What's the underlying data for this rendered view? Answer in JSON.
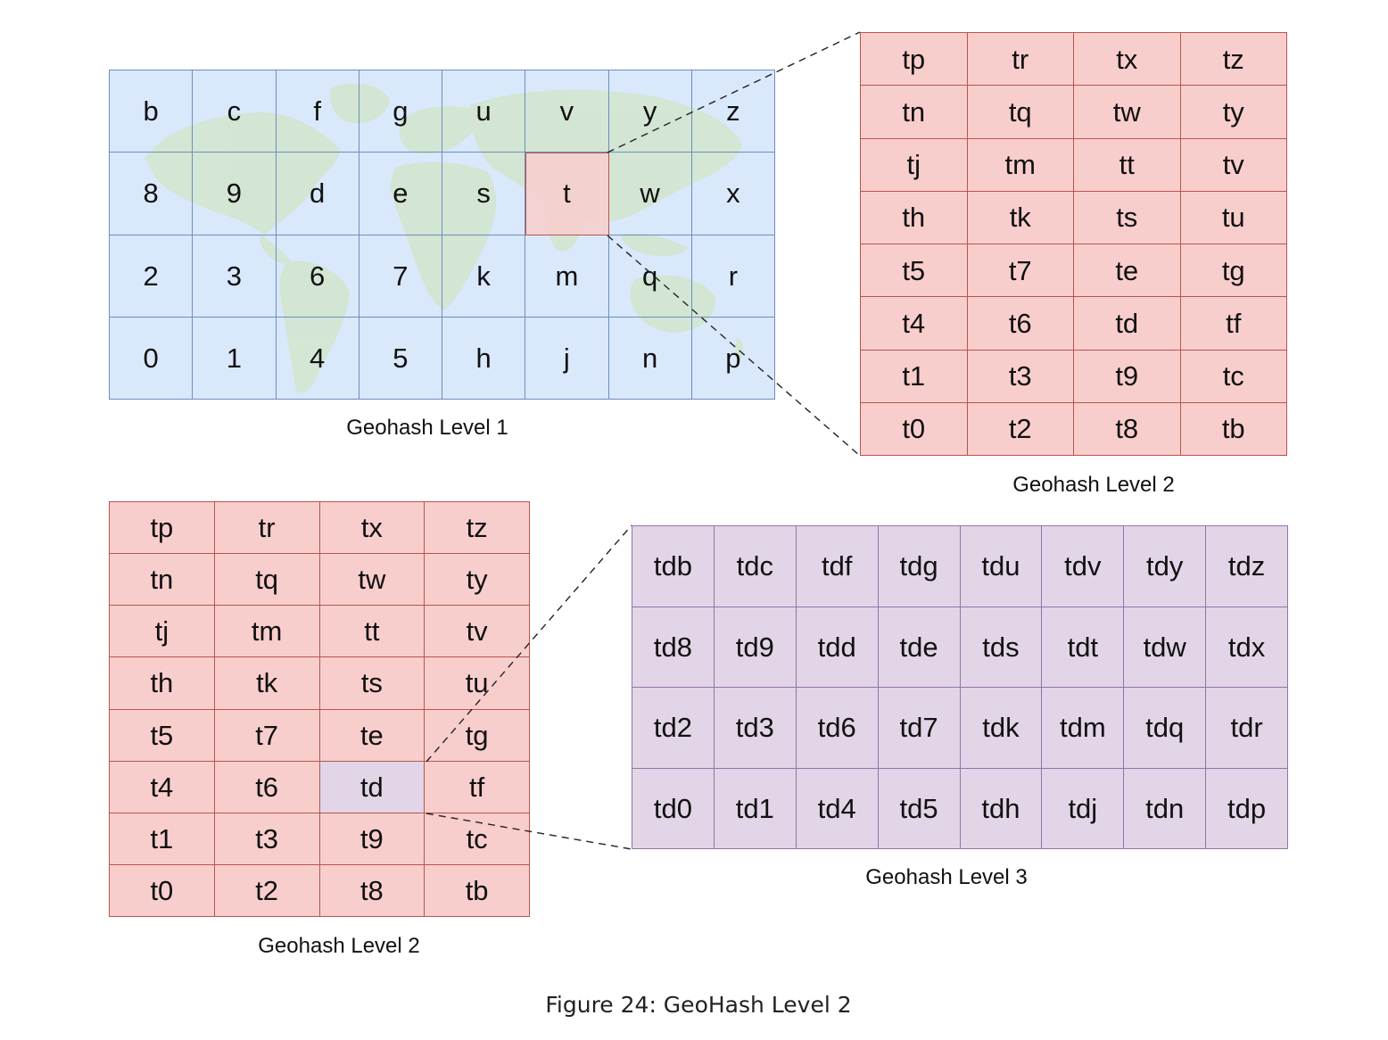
{
  "level1": {
    "label": "Geohash Level 1",
    "rows": [
      [
        "b",
        "c",
        "f",
        "g",
        "u",
        "v",
        "y",
        "z"
      ],
      [
        "8",
        "9",
        "d",
        "e",
        "s",
        "t",
        "w",
        "x"
      ],
      [
        "2",
        "3",
        "6",
        "7",
        "k",
        "m",
        "q",
        "r"
      ],
      [
        "0",
        "1",
        "4",
        "5",
        "h",
        "j",
        "n",
        "p"
      ]
    ],
    "selected": "t"
  },
  "level2_top": {
    "label": "Geohash Level 2",
    "rows": [
      [
        "tp",
        "tr",
        "tx",
        "tz"
      ],
      [
        "tn",
        "tq",
        "tw",
        "ty"
      ],
      [
        "tj",
        "tm",
        "tt",
        "tv"
      ],
      [
        "th",
        "tk",
        "ts",
        "tu"
      ],
      [
        "t5",
        "t7",
        "te",
        "tg"
      ],
      [
        "t4",
        "t6",
        "td",
        "tf"
      ],
      [
        "t1",
        "t3",
        "t9",
        "tc"
      ],
      [
        "t0",
        "t2",
        "t8",
        "tb"
      ]
    ]
  },
  "level2_bottom": {
    "label": "Geohash Level 2",
    "rows": [
      [
        "tp",
        "tr",
        "tx",
        "tz"
      ],
      [
        "tn",
        "tq",
        "tw",
        "ty"
      ],
      [
        "tj",
        "tm",
        "tt",
        "tv"
      ],
      [
        "th",
        "tk",
        "ts",
        "tu"
      ],
      [
        "t5",
        "t7",
        "te",
        "tg"
      ],
      [
        "t4",
        "t6",
        "td",
        "tf"
      ],
      [
        "t1",
        "t3",
        "t9",
        "tc"
      ],
      [
        "t0",
        "t2",
        "t8",
        "tb"
      ]
    ],
    "selected": "td"
  },
  "level3": {
    "label": "Geohash Level 3",
    "rows": [
      [
        "tdb",
        "tdc",
        "tdf",
        "tdg",
        "tdu",
        "tdv",
        "tdy",
        "tdz"
      ],
      [
        "td8",
        "td9",
        "tdd",
        "tde",
        "tds",
        "tdt",
        "tdw",
        "tdx"
      ],
      [
        "td2",
        "td3",
        "td6",
        "td7",
        "tdk",
        "tdm",
        "tdq",
        "tdr"
      ],
      [
        "td0",
        "td1",
        "td4",
        "td5",
        "tdh",
        "tdj",
        "tdn",
        "tdp"
      ]
    ]
  },
  "caption": "Figure 24: GeoHash Level 2",
  "colors": {
    "level1_fill": "#dae8fc",
    "level1_stroke": "#6c8ebf",
    "level2_fill": "#f8cecc",
    "level2_stroke": "#b85450",
    "level3_fill": "#e1d5e7",
    "level3_stroke": "#9673a6",
    "map_fill": "#d5e8d4"
  }
}
